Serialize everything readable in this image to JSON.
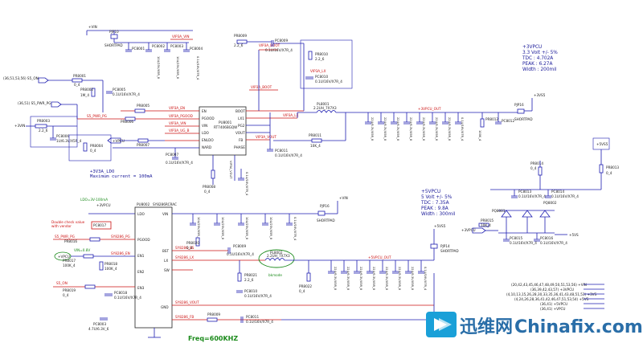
{
  "left_nets": {
    "s5_on_src": "(36,51,53,56) S5_ON",
    "s5_pwr_pg_src": "(36,51) S5_PWR_PG",
    "vin_left": "+3VIN",
    "vin_top": "+VIN",
    "s5_pwr_pg": "S5_PWR_PG",
    "vpcu": "+VPCU",
    "vpcu_lbl": "+3VPCU",
    "on_net": "S5_ON"
  },
  "pu8001": {
    "ref": "PU8001",
    "part": "RT7406BGQW",
    "pins_left": [
      "EN",
      "PGOOD",
      "VIN",
      "LDO",
      "ENLDO",
      "NARD"
    ],
    "pins_right": [
      "BOOT",
      "LX1",
      "PG2",
      "VOUT",
      "FB",
      "PHASE"
    ]
  },
  "pu8002": {
    "ref": "PU8002",
    "part": "SY8286RCRAC",
    "pins_left": [
      "LDO",
      "PGOOD",
      "EN1",
      "EN2",
      "EN3"
    ],
    "pins_right": [
      "VIN",
      "BST",
      "LX",
      "SW",
      "GND"
    ]
  },
  "ldo_note": {
    "line1": "+3V3A_LDO",
    "line2": "Maximum current = 100mA"
  },
  "ldo_green": "LDO=3V-100mA",
  "double_check": {
    "line1": "Double check value",
    "line2": "with vendor"
  },
  "vin_green": "VIN=0.8V",
  "bkmode_green": "bkmode",
  "freq": "Freq=600KHZ",
  "net_labels": {
    "vip3a_en": "VIP3A_EN",
    "vip3a_pgood": "VIP3A_PGOOD",
    "vip3a_vin": "VIP3A_VIN",
    "vip3a_boot": "VIP3A_BOOT",
    "vip3a_lx": "VIP3A_LX",
    "vip3a_ug": "VIP3A_UG_B",
    "vip3a_vout": "VIP3A_VOUT",
    "sy8286_en": "SY8286_EN",
    "sy8286_pg": "SY8286_PG",
    "sy8286_lx": "SY8286_LX",
    "sy8286_bs": "SY8286_BS",
    "sy8286_fb": "SY8286_FB",
    "sy8286_vout": "SY8286_VOUT",
    "vpcu_out": "+5VPCU_OUT",
    "vpcu_3v": "+3VPCU_OUT"
  },
  "inductors": {
    "pl8001": {
      "ref": "PL8001",
      "val": "2.2UH_7X7X3"
    },
    "pl8002": {
      "ref": "PL8002",
      "val": "2.2UH_7X7X3"
    }
  },
  "shortpads": {
    "p1": {
      "ref": "PJP10",
      "lbl": "SHORTPAD"
    },
    "p2": {
      "ref": "PJP16",
      "lbl": "SHORTPAD"
    },
    "p3": {
      "ref": "PJP16",
      "lbl": "SHORTPAD"
    },
    "p4": {
      "ref": "PJP14",
      "lbl": "SHORTPAD"
    }
  },
  "spec_3v": {
    "line1": "+3VPCU",
    "line2": "3.3 Volt +/- 5%",
    "line3": "TDC : 4.702A",
    "line4": "PEAK : 6.27A",
    "line5": "Width : 200mil"
  },
  "spec_5v": {
    "line1": "+5VPCU",
    "line2": "5 Volt +/- 5%",
    "line3": "TDC : 7.35A",
    "line4": "PEAK : 9.8A",
    "line5": "Width : 300mil"
  },
  "rails_right": {
    "r3vs5": "+3VS5",
    "r5vs5": "+5VS5",
    "r5vs": "+5VS",
    "r3v": "+3VPCU"
  },
  "connector_legend": {
    "row1": "(20,42,43,45,46,47,48,49,50,51,53,56) +VIN",
    "row2": "(36,39,42,43,57) +3VPCU",
    "row3": "(4,10,13,15,26,28,30,33,35,36,41,43,48,51,53) +3VS",
    "row4": "(4,24,26,28,36,41,42,46,47,51,53,54) +5VS",
    "row5": "(36,41) +5VPCU",
    "row6": "(36,41) +VPCU"
  },
  "components": {
    "pr8001": "PR8001",
    "pr8002": "PR8002",
    "pr8003": "PR8003",
    "pr8004": "PR8004",
    "pr8005": "PR8005",
    "pr8006": "PR8006",
    "pr8007": "PR8007",
    "pr8008": "PR8008",
    "pr8009": "PR8009",
    "pr8010": "PR8010",
    "pr8011": "PR8011",
    "pr8012": "PR8012",
    "pr8013": "PR8013",
    "pr8014": "PR8014",
    "pr8015": "PR8015",
    "pr8016": "PR8016",
    "pr8017": "PR8017",
    "pr8018": "PR8018",
    "pr8019": "PR8019",
    "pr8020": "PR8020",
    "pr8021": "PR8021",
    "pr8022": "PR8022",
    "pc8001": "PC8001",
    "pc8002": "PC8002",
    "pc8003": "PC8003",
    "pc8004": "PC8004",
    "pc8005": "PC8005",
    "pc8006": "PC8006",
    "pc8007": "PC8007",
    "pc8008": "PC8008",
    "pc8009": "PC8009",
    "pc8010": "PC8010",
    "pc8011": "PC8011",
    "pc8012": "PC8012",
    "pc8013": "PC8013",
    "pc8014": "PC8014",
    "pc8015": "PC8015",
    "pc8016": "PC8016",
    "pc8017": "PC8017",
    "pc8018": "PC8018",
    "pq8001": "PQ8001",
    "pq8002": "PQ8002",
    "pd8001": "PD8001",
    "pd8002": "PD8002"
  },
  "values": {
    "r0": "0_4",
    "r1": "1M_4",
    "r10k": "10K_4",
    "r100k": "100K_4",
    "r2": "2.2_6",
    "r100": "100K_4",
    "c01": "0.1U/16V/X7R_4",
    "c22": "22U/6.3V/X5R_8",
    "c10": "10U/25V/X5R_8",
    "c1": "1U/6.3V/X5R_4",
    "c47": "4.7U/6.3V_6"
  },
  "watermark": {
    "cn": "迅维网",
    "en": "Chinafix.com"
  },
  "colors": {
    "wire": "#1d1db0",
    "red_net": "#cc1111",
    "green_note": "#1a8a1a",
    "wm_blue": "#1aa0d8",
    "wm_dark": "#2a6ea8"
  }
}
